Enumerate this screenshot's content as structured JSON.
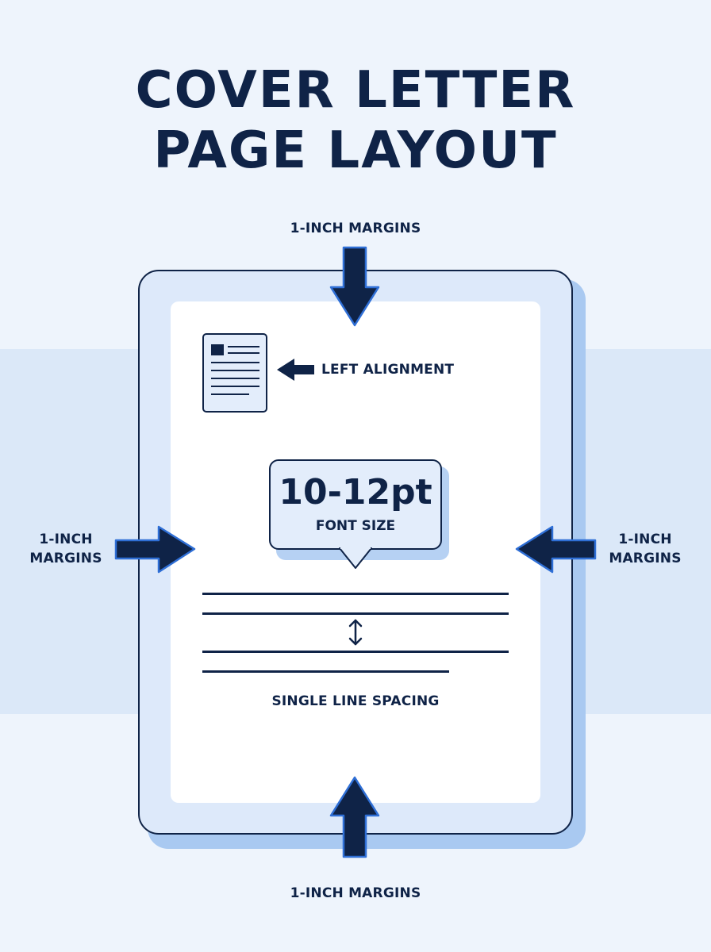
{
  "title": {
    "line1": "COVER LETTER",
    "line2": "PAGE LAYOUT"
  },
  "labels": {
    "top_margin": "1-INCH MARGINS",
    "bottom_margin": "1-INCH MARGINS",
    "left_margin_1": "1-INCH",
    "left_margin_2": "MARGINS",
    "right_margin_1": "1-INCH",
    "right_margin_2": "MARGINS",
    "alignment": "LEFT ALIGNMENT",
    "spacing": "SINGLE LINE SPACING"
  },
  "font_callout": {
    "size": "10-12pt",
    "caption": "FONT SIZE"
  },
  "colors": {
    "navy": "#0f2347",
    "accent_blue": "#2f6fd6",
    "page_fill": "#dde9fa",
    "background": "#eef4fc"
  },
  "icons": [
    "document-icon",
    "arrow-down-icon",
    "arrow-up-icon",
    "arrow-right-icon",
    "arrow-left-icon",
    "arrow-left-small-icon",
    "double-arrow-icon"
  ]
}
